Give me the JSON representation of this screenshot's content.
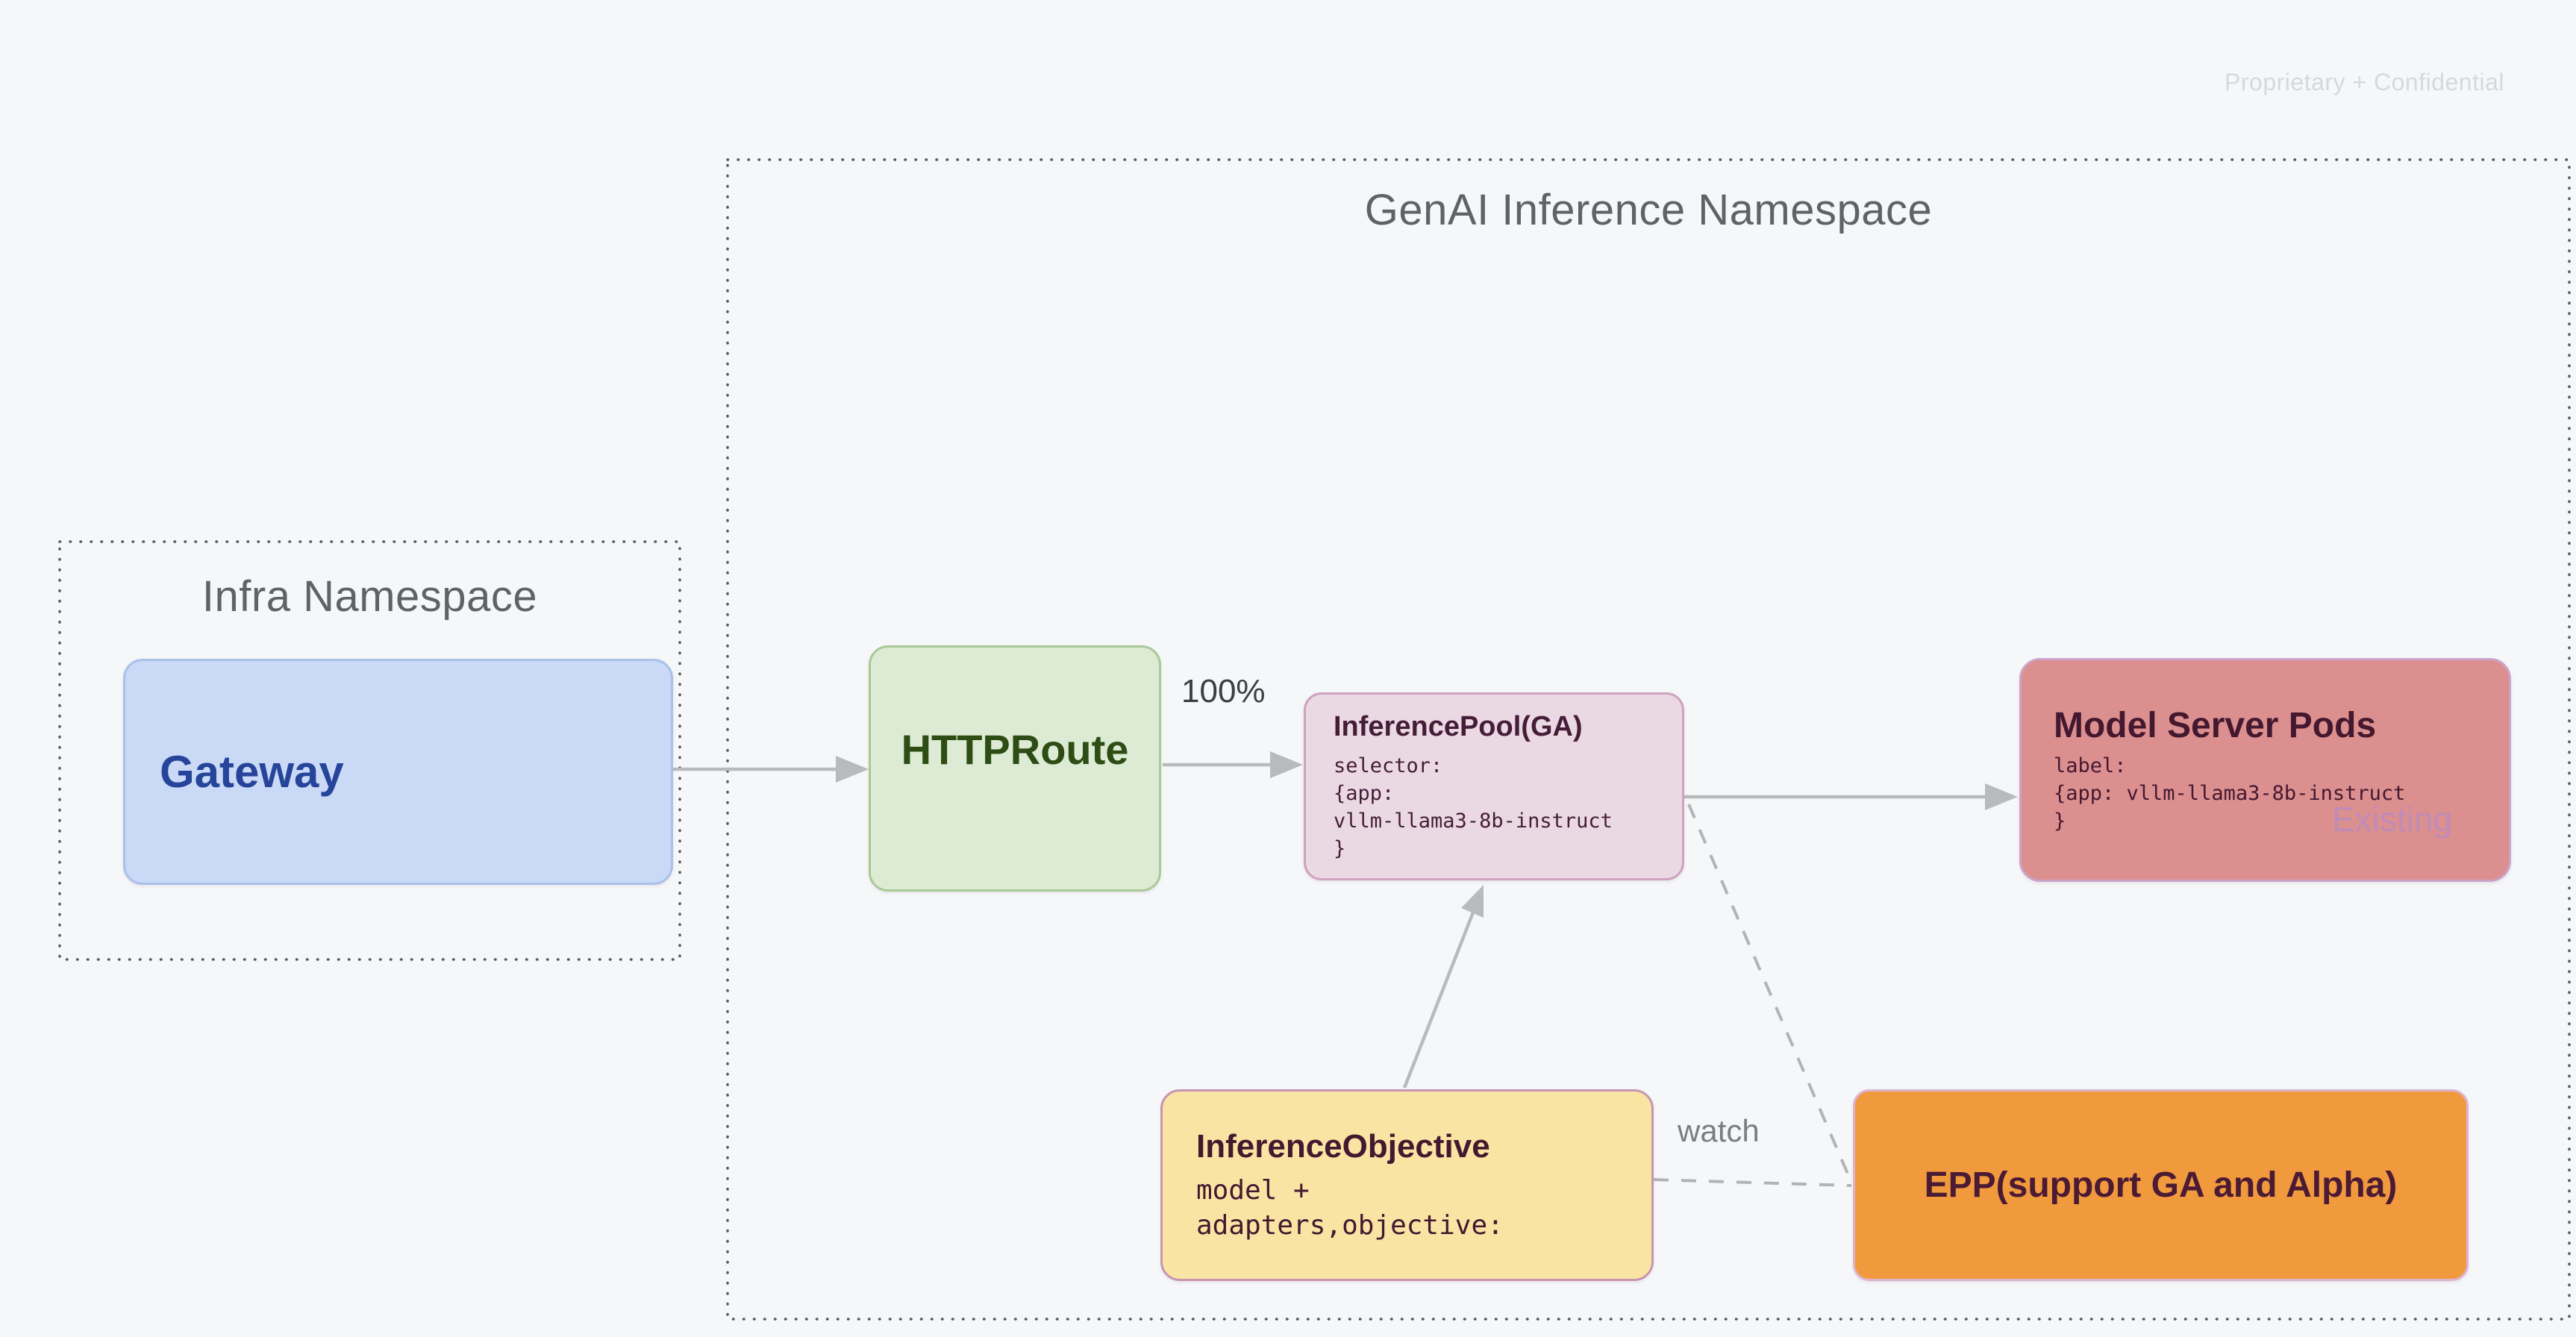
{
  "page": {
    "watermark": "Proprietary + Confidential"
  },
  "namespaces": {
    "genai": {
      "title": "GenAI Inference Namespace"
    },
    "infra": {
      "title": "Infra Namespace"
    }
  },
  "nodes": {
    "gateway": {
      "label": "Gateway"
    },
    "httproute": {
      "label": "HTTPRoute"
    },
    "inference_pool": {
      "title": "InferencePool(GA)",
      "code": [
        "selector:",
        "{app:",
        "vllm-llama3-8b-instruct",
        "}"
      ]
    },
    "model_server_pods": {
      "title": "Model Server Pods",
      "code": [
        "label:",
        "{app: vllm-llama3-8b-instruct",
        "}"
      ],
      "badge": "Existing"
    },
    "inference_objective": {
      "title": "InferenceObjective",
      "code": [
        "model +",
        "adapters,objective:"
      ]
    },
    "epp": {
      "label": "EPP(support GA and Alpha)"
    }
  },
  "edges": {
    "httproute_to_pool_label": "100%",
    "objective_to_epp_label": "watch"
  },
  "colors": {
    "background": "#f6f7f9",
    "gateway_fill": "#c9d9f6",
    "httproute_fill": "#ddebd4",
    "inference_pool_fill": "#ead9e2",
    "model_server_pods_fill": "#dc8f8f",
    "inference_objective_fill": "#f9e4a4",
    "epp_fill": "#f0993d",
    "arrow": "#b9babc",
    "namespace_border": "#56595e",
    "watermark_text": "#d6d8db"
  }
}
